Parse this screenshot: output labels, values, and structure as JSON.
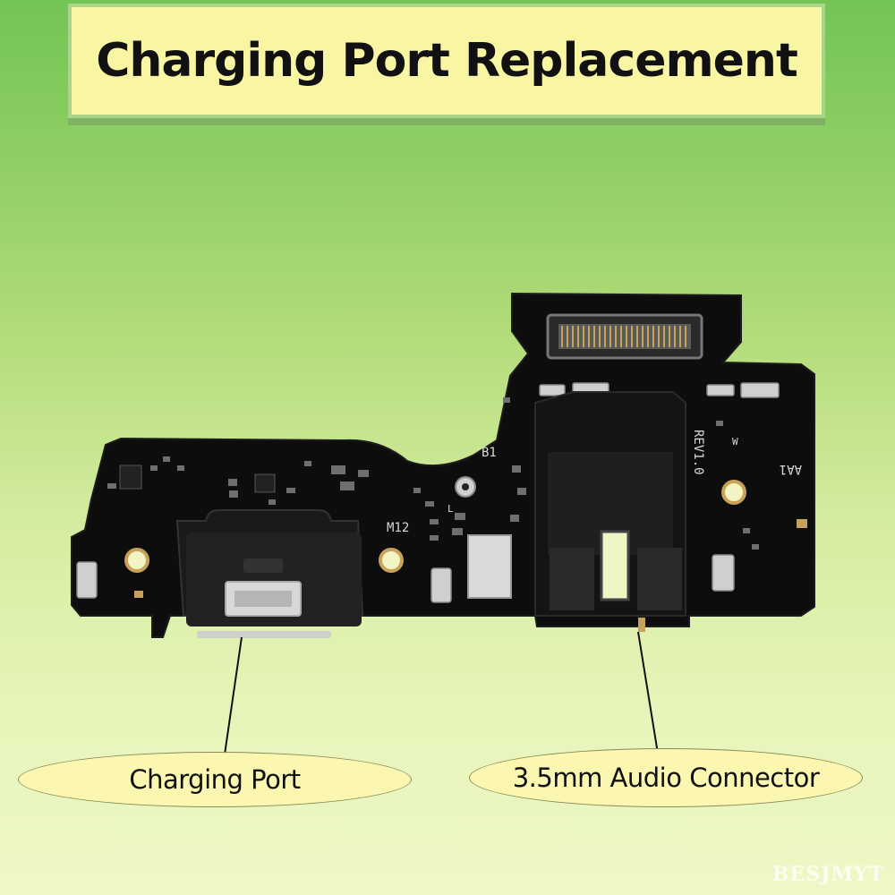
{
  "banner": {
    "title": "Charging Port Replacement"
  },
  "labels": {
    "charging_port": "Charging Port",
    "audio_connector": "3.5mm Audio Connector"
  },
  "silkscreen": {
    "b1": "B1",
    "m12": "M12",
    "l": "L",
    "rev": "REV1.0",
    "w": "W",
    "aa1": "AA1"
  },
  "watermark": "BESJMYT",
  "colors": {
    "banner_bg": "#f9f6a3",
    "label_bg": "#fbf7b0",
    "board": "#0d0d0d"
  }
}
